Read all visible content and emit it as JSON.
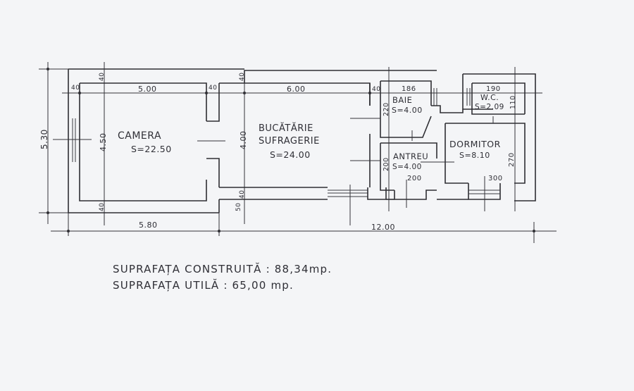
{
  "plan": {
    "rooms": [
      {
        "name": "CAMERA",
        "area": "S=22.50",
        "width": "5.00",
        "depth": "4.50"
      },
      {
        "name_line1": "BUCĂTĂRIE",
        "name_line2": "SUFRAGERIE",
        "area": "S=24.00",
        "width": "6.00",
        "depth": "4.00"
      },
      {
        "name": "BAIE",
        "area": "S=4.00",
        "width": "186",
        "depth": "220"
      },
      {
        "name": "W.C.",
        "area": "S=2.09",
        "width": "190",
        "depth": "110"
      },
      {
        "name": "ANTREU",
        "area": "S=4.00",
        "width": "200",
        "depth": "200"
      },
      {
        "name": "DORMITOR",
        "area": "S=8.10",
        "width": "300",
        "depth": "270"
      }
    ],
    "dimensions": {
      "overall_height": "5.30",
      "overall_left_width": "5.80",
      "overall_right_width": "12.00",
      "wall_40": "40",
      "wall_50": "50"
    }
  },
  "summary": {
    "built_area_label": "SUPRAFAȚA CONSTRUITĂ",
    "built_area_value": ": 88,34mp.",
    "usable_area_label": "SUPRAFAȚA  UTILĂ",
    "usable_area_value": ": 65,00 mp."
  },
  "colors": {
    "paper": "#f4f5f7",
    "ink": "#2e2e33"
  }
}
